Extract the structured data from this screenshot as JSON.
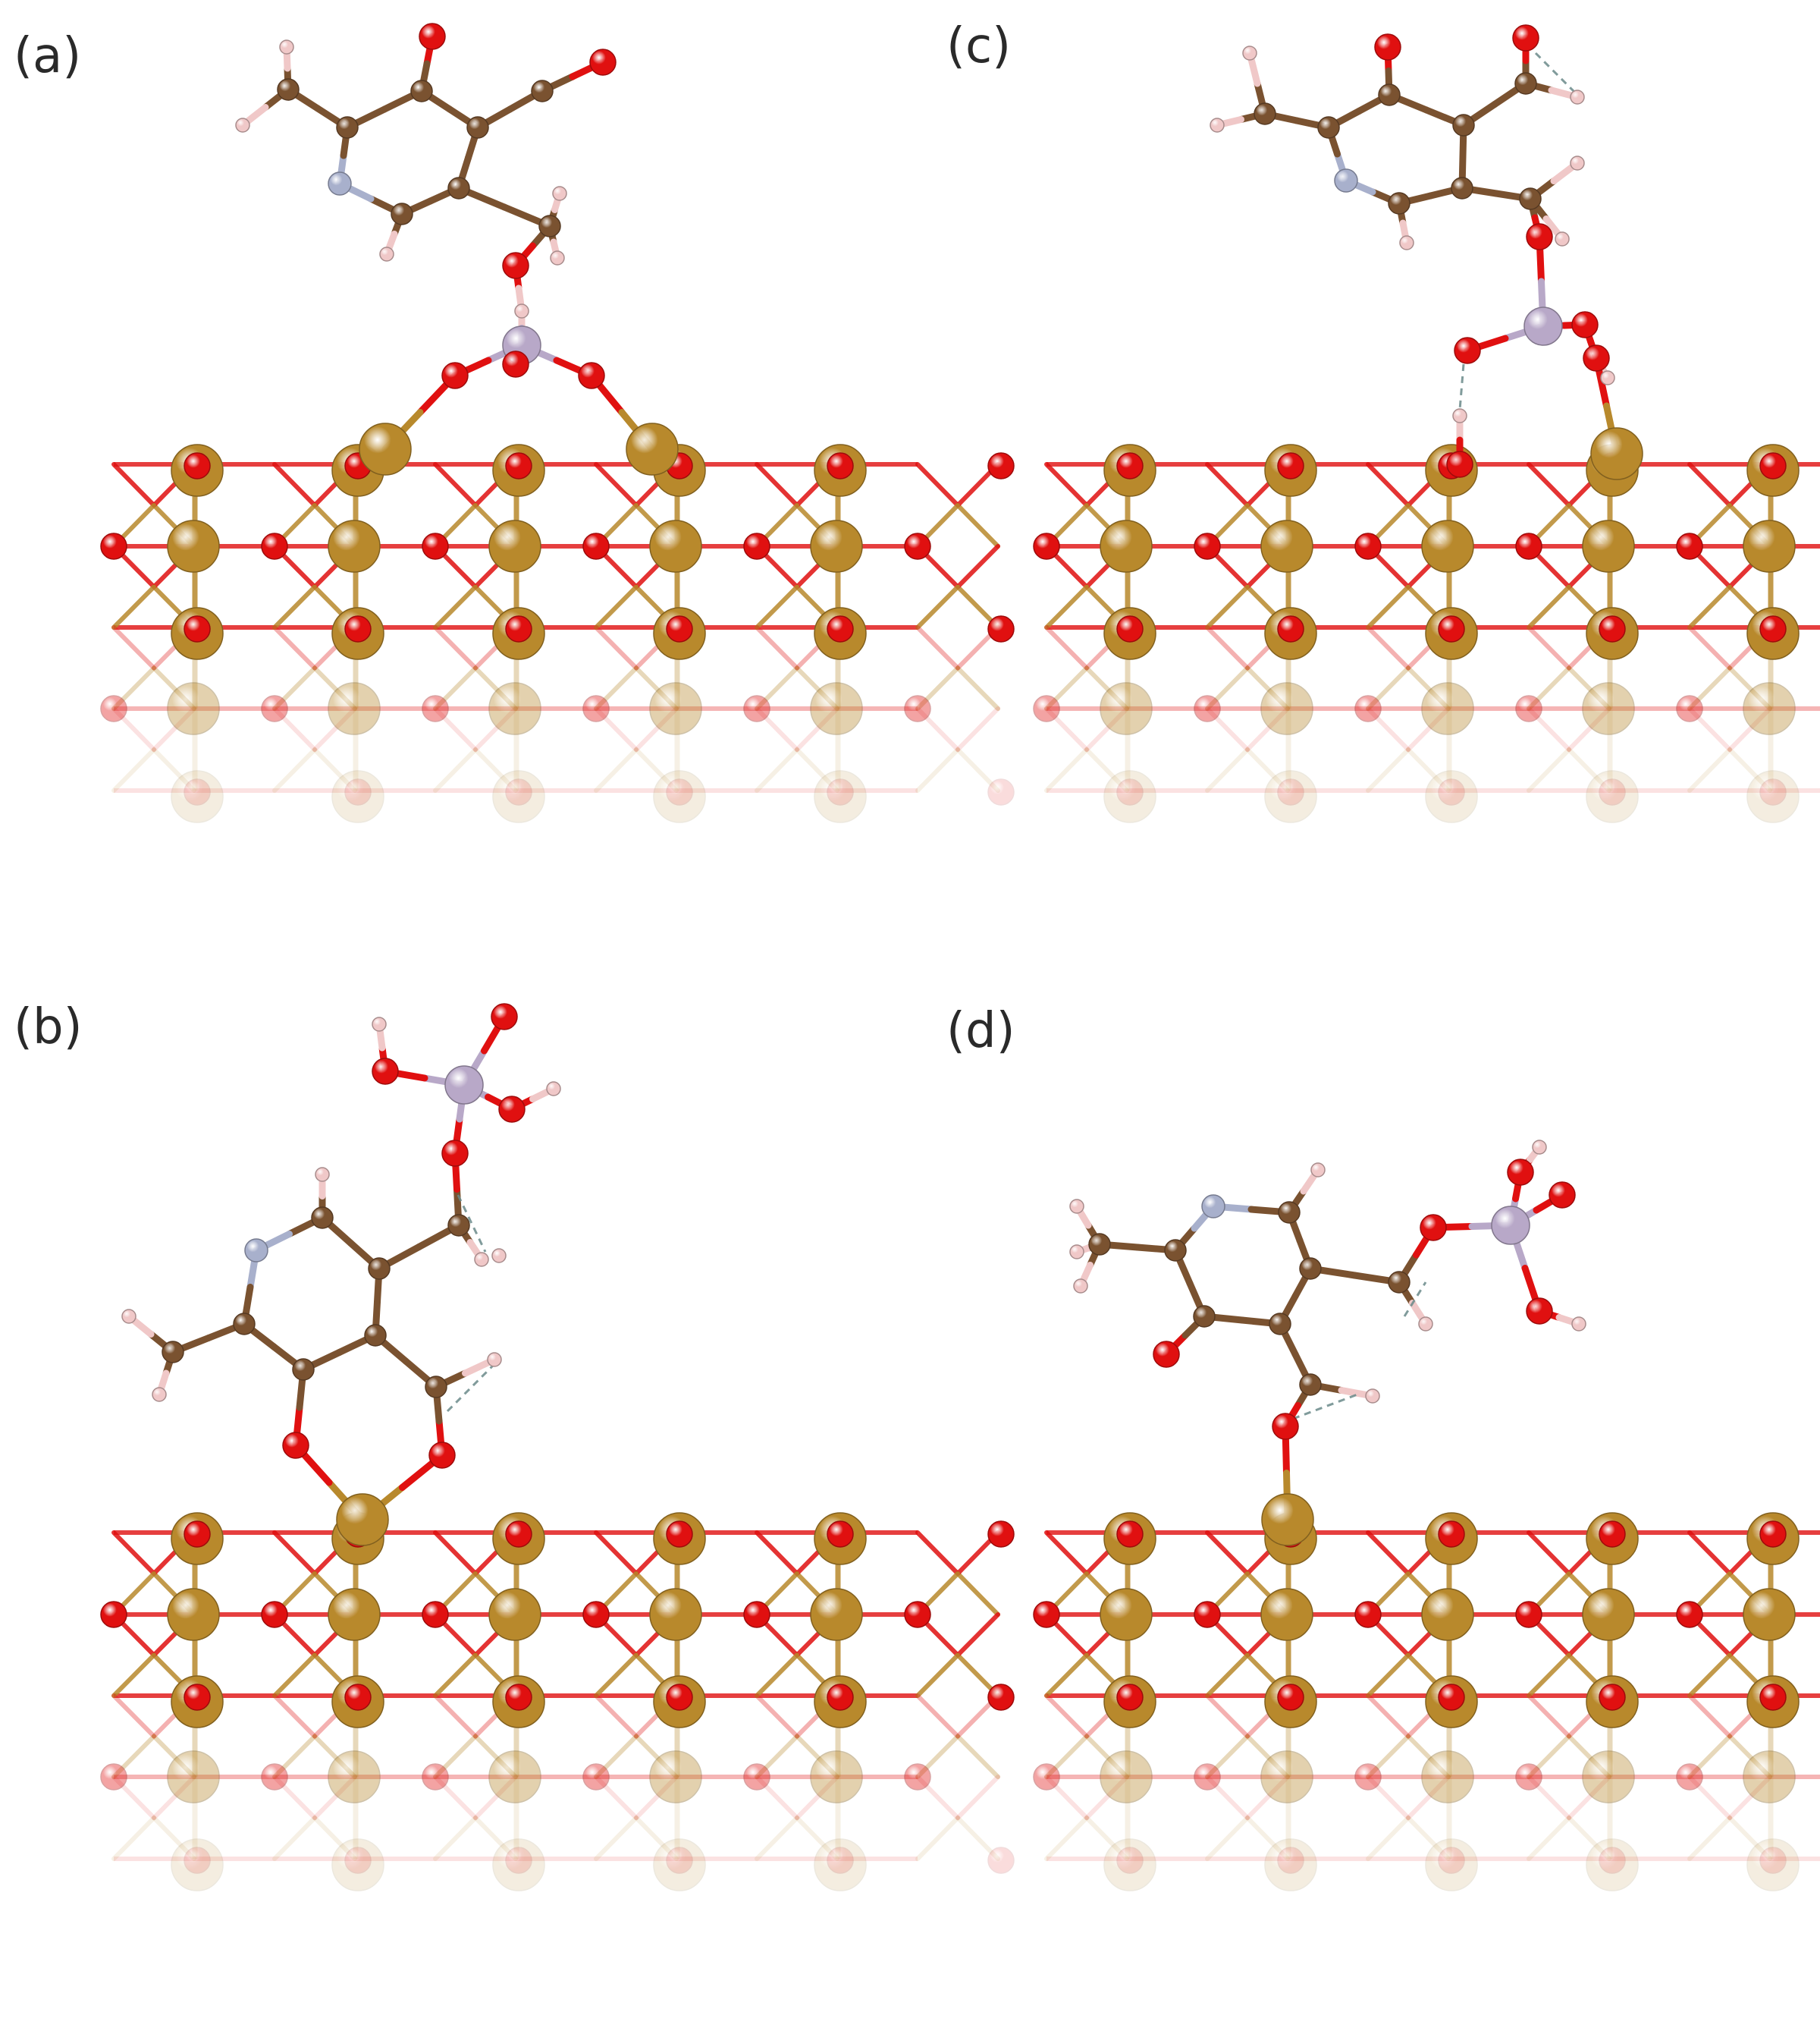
{
  "panels": [
    {
      "id": "a",
      "label": "(a)"
    },
    {
      "id": "b",
      "label": "(b)"
    },
    {
      "id": "c",
      "label": "(c)"
    },
    {
      "id": "d",
      "label": "(d)"
    }
  ],
  "colors": {
    "iron": "#b8892c",
    "oxygen": "#e01010",
    "carbon": "#7a5230",
    "nitrogen": "#a8b0cc",
    "hydrogen": "#f0c8c8",
    "phosphorus": "#b8a8c8",
    "hbond": "#6a8a8a",
    "background": "#ffffff"
  }
}
